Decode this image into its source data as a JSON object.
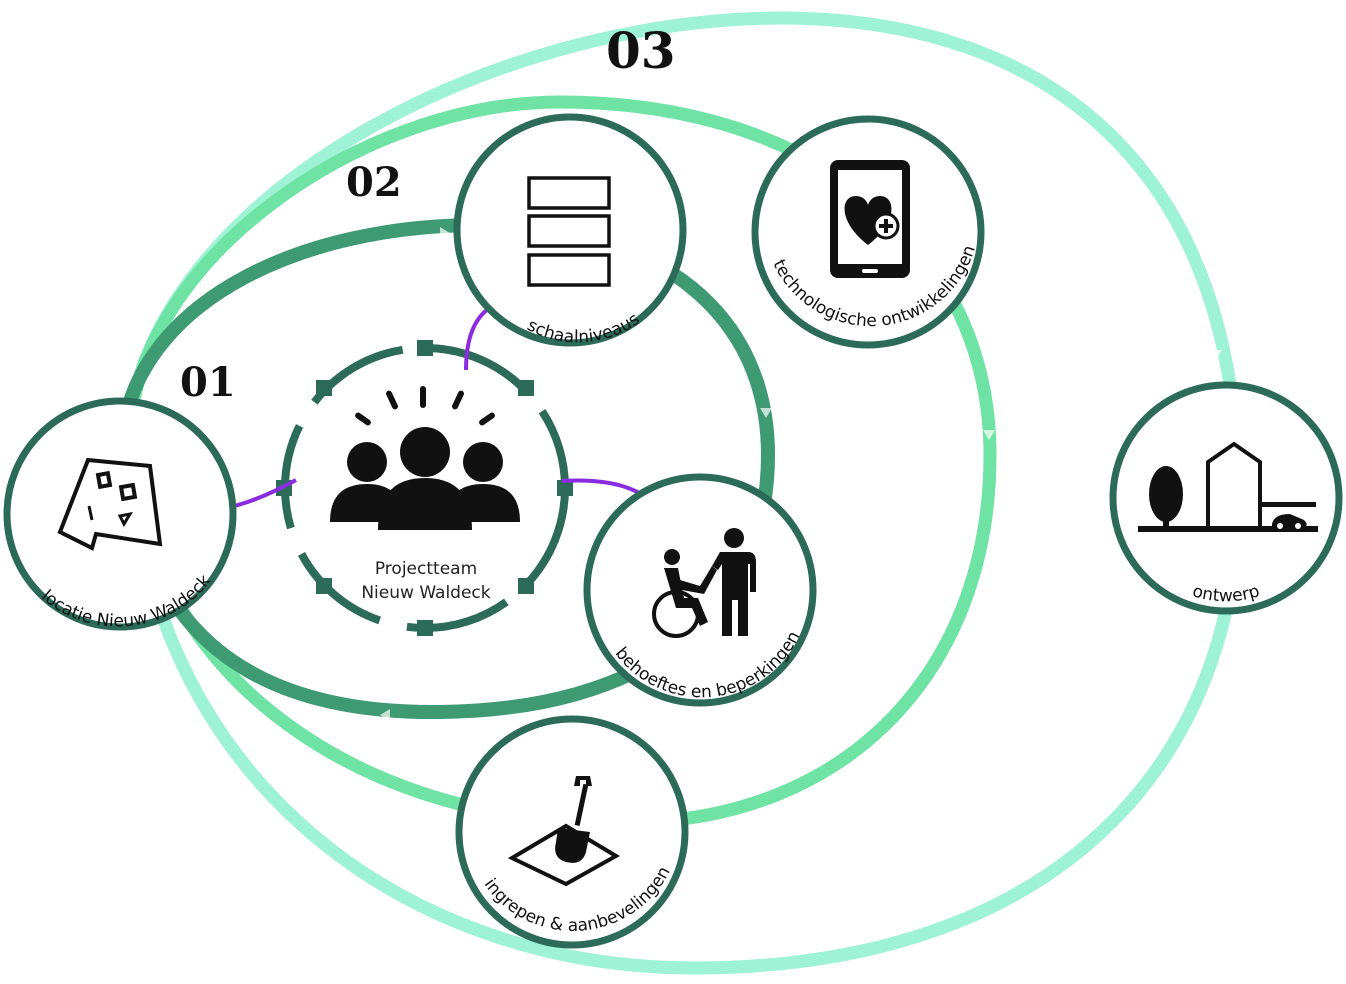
{
  "rings": {
    "inner_label": "01",
    "middle_label": "02",
    "outer_label": "03"
  },
  "center": {
    "line1": "Projectteam",
    "line2": "Nieuw Waldeck"
  },
  "nodes": {
    "locatie": "locatie Nieuw Waldeck",
    "schaal": "schaalniveaus",
    "behoeftes": "behoeftes en beperkingen",
    "technologie": "technologische ontwikkelingen",
    "ingrepen": "ingrepen & aanbevelingen",
    "ontwerp": "ontwerp"
  },
  "colors": {
    "ring_inner": "#3d9a73",
    "ring_middle": "#6ee3a4",
    "ring_outer": "#9ef2d6",
    "node_border": "#2c6b58",
    "arrow": "#8a2be2",
    "icon": "#111111"
  }
}
